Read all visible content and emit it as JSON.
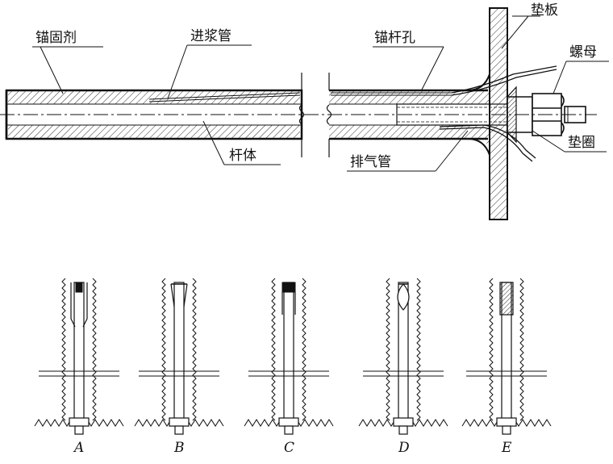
{
  "labels": {
    "anchor_agent": "锚固剂",
    "grout_pipe": "进浆管",
    "anchor_hole": "锚杆孔",
    "plate": "垫板",
    "nut": "螺母",
    "rod_body": "杆体",
    "exhaust_pipe": "排气管",
    "washer": "垫圈"
  },
  "variants": [
    {
      "id": "a",
      "caption": "A"
    },
    {
      "id": "b",
      "caption": "B"
    },
    {
      "id": "c",
      "caption": "C"
    },
    {
      "id": "d",
      "caption": "D"
    },
    {
      "id": "e",
      "caption": "E"
    }
  ]
}
